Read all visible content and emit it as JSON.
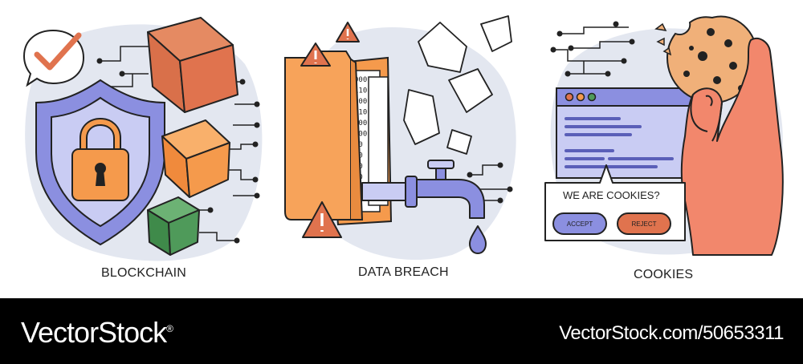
{
  "panels": [
    {
      "caption": "BLOCKCHAIN"
    },
    {
      "caption": "DATA BREACH",
      "binary_lines": [
        "000",
        "110",
        "000",
        "110",
        "000",
        "000",
        "00",
        "00",
        "00",
        "00",
        "00"
      ]
    },
    {
      "caption": "COOKIES",
      "dialog_title": "WE ARE COOKIES?",
      "accept_label": "ACCEPT",
      "reject_label": "REJECT"
    }
  ],
  "footer": {
    "brand": "VectorStock",
    "brand_mark": "®",
    "image_id": "VectorStock.com/50653311"
  },
  "colors": {
    "orange": "#f59a4c",
    "dark_orange": "#e0734e",
    "purple": "#8b8fe0",
    "lavender": "#c9ccf3",
    "green": "#4f9a5a",
    "bg_blob": "#e3e7f0",
    "skin": "#f2876c"
  }
}
